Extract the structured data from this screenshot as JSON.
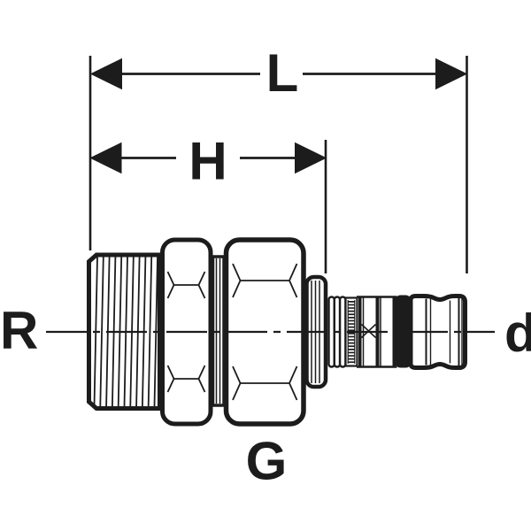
{
  "figure": {
    "kind": "technical line drawing of a transition fitting (male thread adapter with union nut and press-fit pipe end)",
    "background_color": "#ffffff",
    "line_color": "#1c1c1c"
  },
  "labels": {
    "total_length": "L",
    "insertion_length": "H",
    "male_thread": "R",
    "union_nut_thread": "G",
    "pipe_outer_diameter": "d"
  }
}
